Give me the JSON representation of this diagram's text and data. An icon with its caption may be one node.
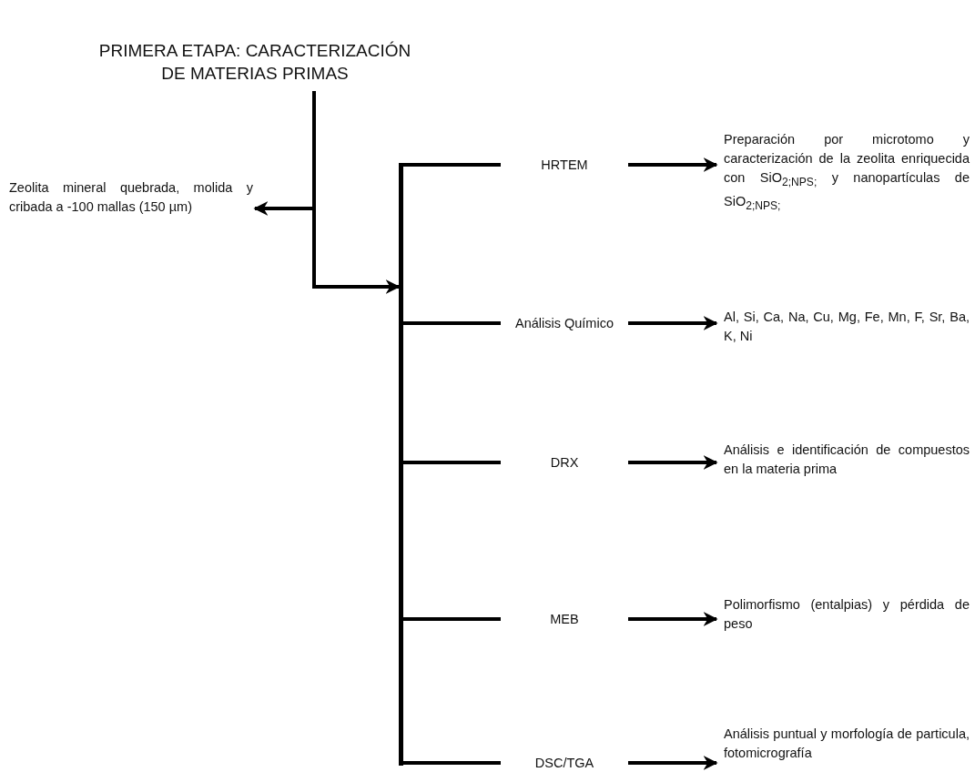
{
  "diagram": {
    "nodes": [
      {
        "text": [
          "PRIMERA ETAPA: CARACTERIZACIÓN DE MATERIAS PRIMAS"
        ]
      },
      {
        "text": [
          "Zeolita mineral quebrada, molida y cribada a -100 mallas (150 µm)"
        ]
      },
      {
        "text": [],
        "shape": "bar"
      },
      {
        "text": [
          "HRTEM"
        ]
      },
      {
        "text": [
          "Preparación por microtomo y caracterización de la zeolita enriquecida con SiO$_{2;NPS;}$ y nanopartículas de SiO$_{2;NPS;}$"
        ]
      },
      {
        "text": [
          "Análisis Químico"
        ]
      },
      {
        "text": [
          "Al, Si, Ca, Na, Cu, Mg, Fe, Mn, F, Sr, Ba, K, Ni"
        ]
      },
      {
        "text": [
          "DRX"
        ]
      },
      {
        "text": [
          "Análisis e identificación de compuestos en la materia prima"
        ]
      },
      {
        "text": [
          "MEB"
        ]
      },
      {
        "text": [
          "Polimorfismo (entalpias) y pérdida de peso"
        ]
      },
      {
        "text": [
          "DSC/TGA"
        ]
      },
      {
        "text": [
          "Análisis puntual y morfología de particula, fotomicrografía"
        ]
      }
    ],
    "edges": [
      {
        "from": 0,
        "to": 1,
        "arrow": "to"
      },
      {
        "from": 0,
        "to": 2,
        "arrow": "to"
      },
      {
        "from": 2,
        "to": 3,
        "arrow": "none"
      },
      {
        "from": 3,
        "to": 4,
        "arrow": "to"
      },
      {
        "from": 2,
        "to": 5,
        "arrow": "none"
      },
      {
        "from": 5,
        "to": 6,
        "arrow": "to"
      },
      {
        "from": 2,
        "to": 7,
        "arrow": "none"
      },
      {
        "from": 7,
        "to": 8,
        "arrow": "to"
      },
      {
        "from": 2,
        "to": 9,
        "arrow": "none"
      },
      {
        "from": 9,
        "to": 10,
        "arrow": "to"
      },
      {
        "from": 2,
        "to": 11,
        "arrow": "none"
      },
      {
        "from": 11,
        "to": 12,
        "arrow": "to"
      }
    ]
  }
}
